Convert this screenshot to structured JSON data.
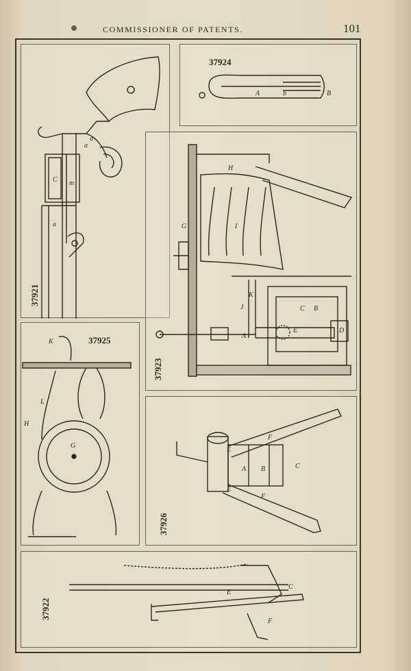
{
  "header": {
    "title": "COMMISSIONER OF PATENTS.",
    "page_number": "101"
  },
  "figures": [
    {
      "id": "fig-37921",
      "number": "37921",
      "labels": [
        "a",
        "a",
        "C",
        "m",
        "a"
      ]
    },
    {
      "id": "fig-37924",
      "number": "37924",
      "labels": [
        "A",
        "b",
        "B"
      ]
    },
    {
      "id": "fig-37923",
      "number": "37923",
      "labels": [
        "H",
        "I",
        "G",
        "K",
        "J",
        "C",
        "B",
        "E",
        "D",
        "A"
      ]
    },
    {
      "id": "fig-37925",
      "number": "37925",
      "labels": [
        "K",
        "L",
        "H",
        "G"
      ]
    },
    {
      "id": "fig-37926",
      "number": "37926",
      "labels": [
        "E",
        "F",
        "A",
        "B",
        "C",
        "E",
        "F"
      ]
    },
    {
      "id": "fig-37922",
      "number": "37922",
      "labels": [
        "E",
        "C",
        "F"
      ]
    }
  ]
}
